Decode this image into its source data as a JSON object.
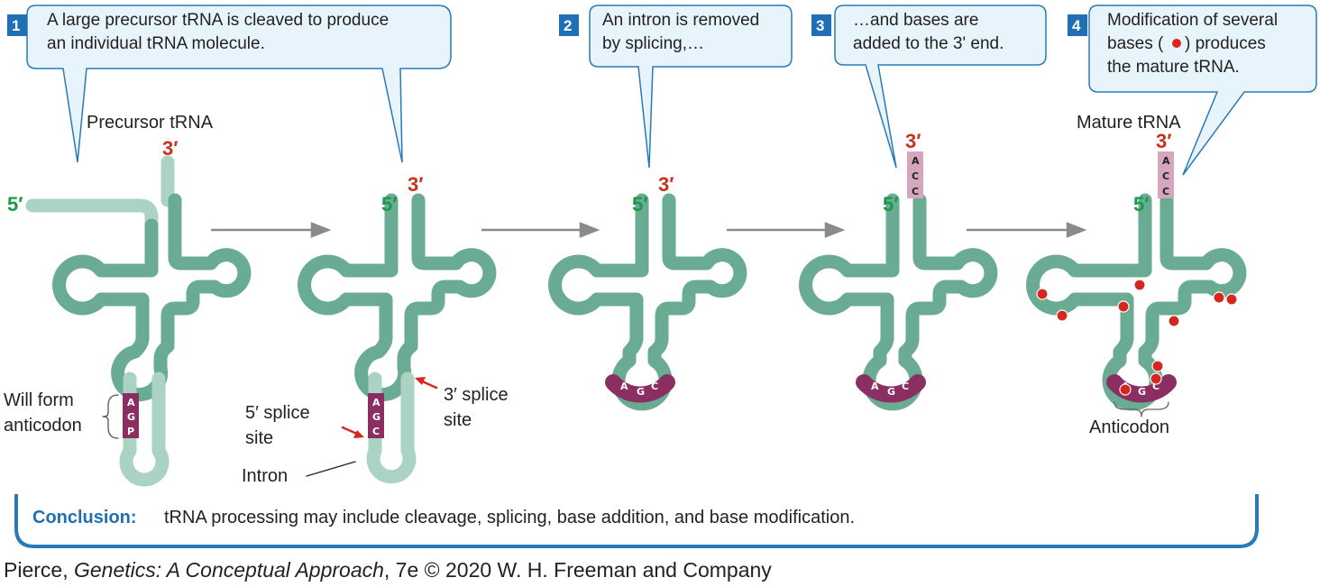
{
  "steps": [
    {
      "number": "1",
      "line1": "A large precursor tRNA is cleaved to produce",
      "line2": "an individual tRNA molecule."
    },
    {
      "number": "2",
      "line1": "An intron is removed",
      "line2": "by splicing,…"
    },
    {
      "number": "3",
      "line1": "…and bases are",
      "line2": "added to the 3' end."
    },
    {
      "number": "4",
      "line1": "Modification of several",
      "line2a": "bases (",
      "line2b": ") produces",
      "line3": "the mature tRNA."
    }
  ],
  "labels": {
    "precursor": "Precursor tRNA",
    "mature": "Mature tRNA",
    "will_form_1": "Will form",
    "will_form_2": "anticodon",
    "splice5_1": "5′ splice",
    "splice5_2": "site",
    "splice3_1": "3′ splice",
    "splice3_2": "site",
    "intron": "Intron",
    "anticodon": "Anticodon",
    "five_prime": "5′",
    "three_prime": "3′"
  },
  "bases": {
    "anticodon_precursor": [
      "A",
      "G",
      "P"
    ],
    "anticodon_spliced": [
      "A",
      "G",
      "C"
    ],
    "cca_tail": [
      "A",
      "C",
      "C"
    ]
  },
  "conclusion": {
    "bold": "Conclusion:",
    "text": "tRNA processing may include cleavage, splicing, base addition, and base modification."
  },
  "credit": {
    "prefix": "Pierce, ",
    "title": "Genetics: A Conceptual Approach",
    "suffix": ", 7e © 2020 W. H. Freeman and Company"
  },
  "colors": {
    "trna": "#6aab93",
    "precursor_light": "#aad3c3",
    "anticodon": "#8b2f63",
    "cca": "#d6a6bf",
    "five_prime": "#1a9a47",
    "three_prime": "#c8321c",
    "callout_fill": "#e8f4fb",
    "callout_stroke": "#2a7ab8",
    "step_badge": "#1e6fb5",
    "modified_base": "#d7261e",
    "arrow": "#8a8a8a"
  }
}
